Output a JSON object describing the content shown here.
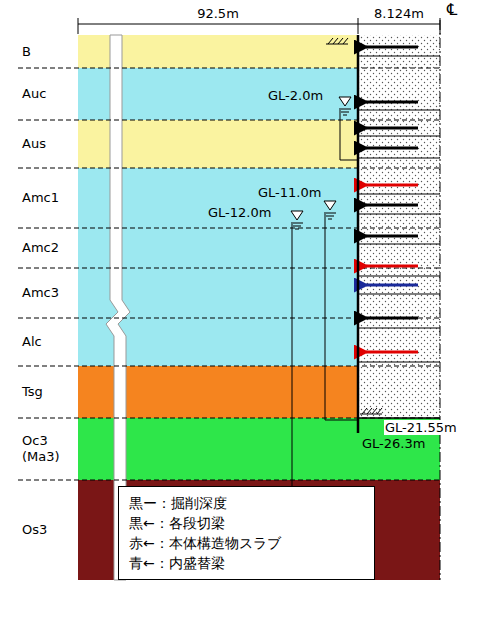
{
  "diagram": {
    "nodes": [
      {
        "text": [
          "B"
        ]
      },
      {
        "text": [
          "Auc"
        ]
      },
      {
        "text": [
          "Aus"
        ]
      },
      {
        "text": [
          "Amc1"
        ]
      },
      {
        "text": [
          "Amc2"
        ]
      },
      {
        "text": [
          "Amc3"
        ]
      },
      {
        "text": [
          "Alc"
        ]
      },
      {
        "text": [
          "Tsg"
        ]
      },
      {
        "text": [
          "Oc3 (Ma3)"
        ]
      },
      {
        "text": [
          "Os3"
        ]
      }
    ],
    "labels": [
      "92.5m",
      "8.124m",
      "℄",
      "GL-2.0m",
      "GL-11.0m",
      "GL-12.0m",
      "GL-21.55m",
      "GL-26.3m"
    ],
    "legend": [
      {
        "text": "黒ー：掘削深度"
      },
      {
        "text": "黒←：各段切梁"
      },
      {
        "text": "赤←：本体構造物スラブ"
      },
      {
        "text": "青←：内盛替梁"
      }
    ]
  }
}
